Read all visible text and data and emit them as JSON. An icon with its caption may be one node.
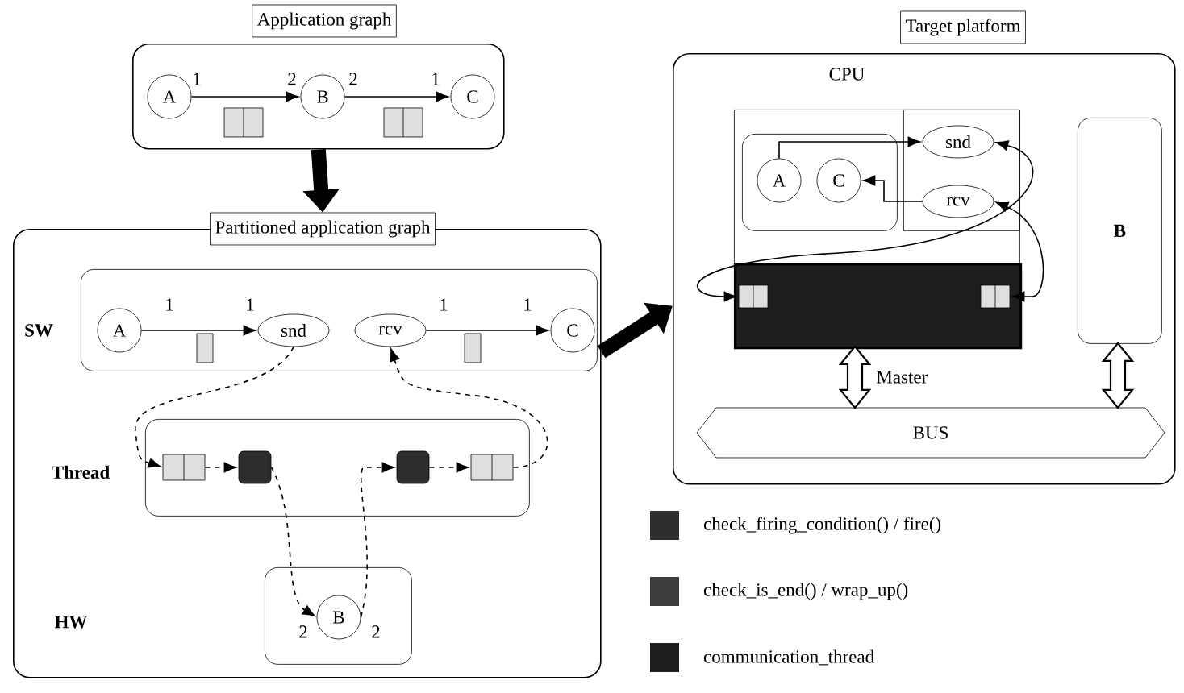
{
  "diagram": {
    "nodes": [
      {
        "text": [
          "Application graph"
        ]
      },
      {
        "text": [
          "A"
        ],
        "in": 0
      },
      {
        "text": [
          "B"
        ],
        "in": 0
      },
      {
        "text": [
          "C"
        ],
        "in": 0
      },
      {
        "text": [
          "Partitioned application graph"
        ]
      },
      {
        "text": [],
        "shape": "box",
        "in": 4
      },
      {
        "text": [
          "A"
        ],
        "in": 5
      },
      {
        "text": [
          "snd"
        ],
        "in": 5
      },
      {
        "text": [
          "rcv"
        ],
        "in": 5
      },
      {
        "text": [
          "C"
        ],
        "in": 5
      },
      {
        "text": [],
        "shape": "box",
        "in": 4
      },
      {
        "text": [],
        "shape": "box",
        "in": 10
      },
      {
        "text": [],
        "shape": "box",
        "in": 10
      },
      {
        "text": [],
        "shape": "box",
        "in": 10
      },
      {
        "text": [],
        "shape": "box",
        "in": 10
      },
      {
        "text": [],
        "shape": "box",
        "in": 4
      },
      {
        "text": [
          "B"
        ],
        "in": 15
      },
      {
        "text": [
          "Target platform"
        ]
      },
      {
        "text": [
          "CPU"
        ],
        "in": 17
      },
      {
        "text": [],
        "shape": "box",
        "in": 18
      },
      {
        "text": [
          "A"
        ],
        "in": 19
      },
      {
        "text": [
          "C"
        ],
        "in": 19
      },
      {
        "text": [],
        "shape": "box",
        "in": 18
      },
      {
        "text": [
          "snd"
        ],
        "in": 22
      },
      {
        "text": [
          "rcv"
        ],
        "in": 22
      },
      {
        "text": [],
        "shape": "bar",
        "in": 18
      },
      {
        "text": [],
        "shape": "box",
        "in": 25
      },
      {
        "text": [],
        "shape": "box",
        "in": 25
      },
      {
        "text": [
          "B"
        ],
        "in": 17
      },
      {
        "text": [
          "BUS"
        ],
        "in": 17
      }
    ],
    "edges": [
      {
        "from": 1,
        "to": 2,
        "arrow": "to"
      },
      {
        "from": 2,
        "to": 3,
        "arrow": "to"
      },
      {
        "from": 0,
        "to": 4,
        "arrow": "to",
        "style": "thick"
      },
      {
        "from": 6,
        "to": 7,
        "arrow": "to"
      },
      {
        "from": 8,
        "to": 9,
        "arrow": "to"
      },
      {
        "from": 7,
        "to": 11,
        "arrow": "to",
        "style": "dashed"
      },
      {
        "from": 11,
        "to": 12,
        "arrow": "to",
        "style": "dashed"
      },
      {
        "from": 12,
        "to": 16,
        "arrow": "to",
        "style": "dashed"
      },
      {
        "from": 16,
        "to": 13,
        "arrow": "to",
        "style": "dashed"
      },
      {
        "from": 13,
        "to": 14,
        "arrow": "to",
        "style": "dashed"
      },
      {
        "from": 14,
        "to": 8,
        "arrow": "to",
        "style": "dashed"
      },
      {
        "from": 4,
        "to": 17,
        "arrow": "to",
        "style": "thick"
      },
      {
        "from": 20,
        "to": 23,
        "arrow": "to"
      },
      {
        "from": 24,
        "to": 21,
        "arrow": "to"
      },
      {
        "from": 23,
        "to": 26,
        "arrow": "both"
      },
      {
        "from": 24,
        "to": 27,
        "arrow": "both"
      },
      {
        "from": 18,
        "to": 29,
        "arrow": "both",
        "style": "thick",
        "label": "Master"
      },
      {
        "from": 28,
        "to": 29,
        "arrow": "both",
        "style": "thick"
      }
    ],
    "labels": [
      "1",
      "2",
      "2",
      "1",
      "1",
      "1",
      "1",
      "1",
      "SW",
      "Thread",
      "2",
      "2",
      "HW"
    ],
    "legend": [
      {
        "text": "check_firing_condition()  / fire()",
        "color": "#2e2e2e"
      },
      {
        "text": "check_is_end() / wrap_up()",
        "color": "#3c3c3c"
      },
      {
        "text": "communication_thread",
        "color": "#1e1e1e"
      }
    ]
  }
}
